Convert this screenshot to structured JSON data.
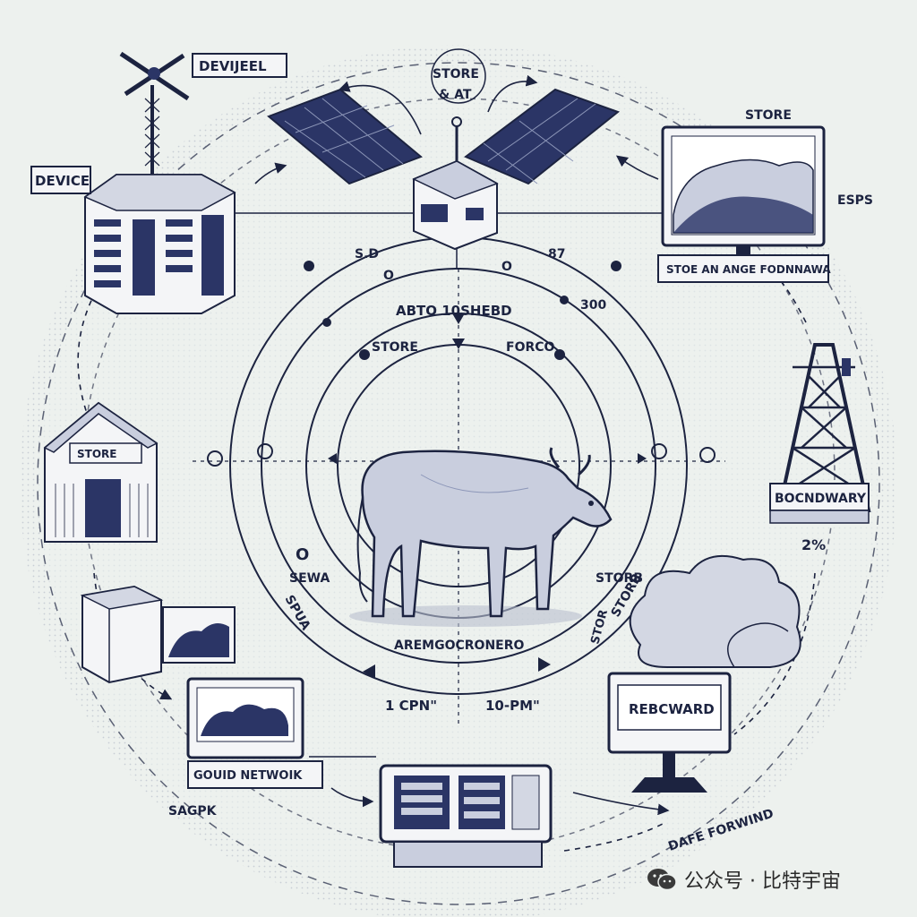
{
  "labels": {
    "device_top": "DEVIJEEL",
    "device_left": "DEVICE",
    "store_sat": "STORE",
    "store_sat_sub": "& AT",
    "store_right": "STORE",
    "esps": "ESPS",
    "monitor_caption": "STOE AN ANGE FODNNAWA",
    "boundary": "BOCNDWARY",
    "pct": "2%",
    "store_shed": "STORE",
    "sewa": "SEWA",
    "storb": "STORB",
    "ring_arc_top": "ABTO   10SHEBD",
    "ring_store": "STORE",
    "ring_forco": "FORCO",
    "ring_bottom": "AREMGOCRONERO",
    "time_left": "1 CPN\"",
    "time_right": "10-PM\"",
    "sg_left": "S.D",
    "sg_right": "87",
    "n_0_a": "O",
    "n_0_b": "O",
    "n_0_c": "O",
    "n_300": "300",
    "ring_left_text": "SPUA",
    "ring_right_text": "STORB",
    "cloud_side": "STOR",
    "ground_network": "GOUID NETWOIK",
    "reboard": "REBCWARD",
    "sagpk": "SAGPK",
    "date_forward": "DAFE FORWIND"
  },
  "watermark": {
    "text": "公众号 · 比特宇宙",
    "icon": "wechat-icon"
  },
  "colors": {
    "background": "#edf1ee",
    "ink": "#1c2340",
    "panel": "#2b3566"
  }
}
